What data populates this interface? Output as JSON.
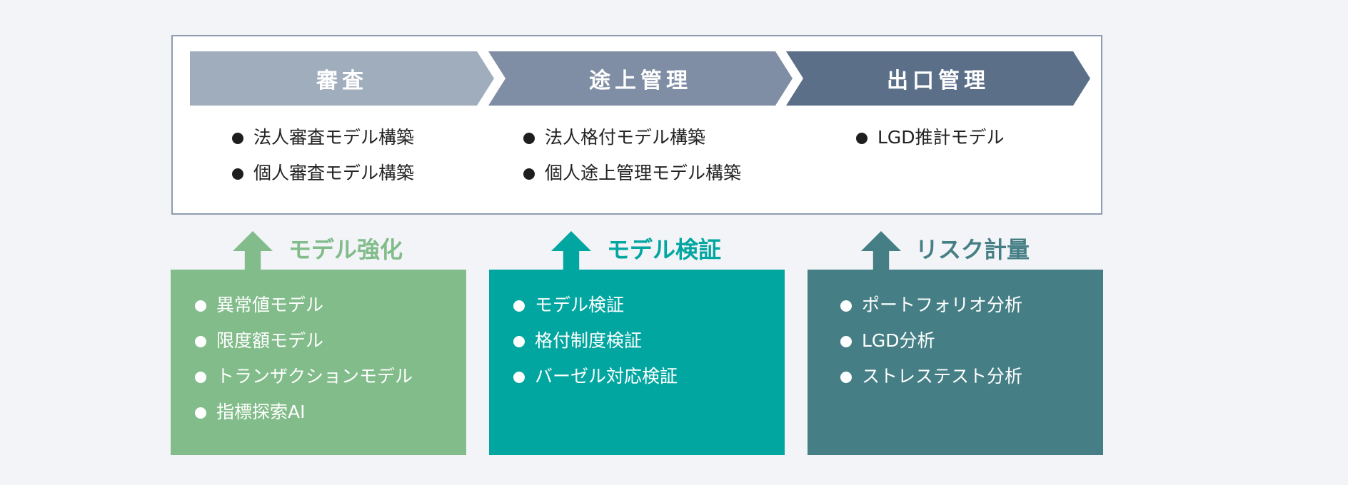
{
  "stages": [
    {
      "label": "審査",
      "items": [
        "法人審査モデル構築",
        "個人審査モデル構築"
      ]
    },
    {
      "label": "途上管理",
      "items": [
        "法人格付モデル構築",
        "個人途上管理モデル構築"
      ]
    },
    {
      "label": "出口管理",
      "items": [
        "LGD推計モデル"
      ]
    }
  ],
  "functions": [
    {
      "title": "モデル強化",
      "color": "#82bc8a",
      "items": [
        "異常値モデル",
        "限度額モデル",
        "トランザクションモデル",
        "指標探索AI"
      ]
    },
    {
      "title": "モデル検証",
      "color": "#02a6a0",
      "items": [
        "モデル検証",
        "格付制度検証",
        "バーゼル対応検証"
      ]
    },
    {
      "title": "リスク計量",
      "color": "#457f85",
      "items": [
        "ポートフォリオ分析",
        "LGD分析",
        "ストレステスト分析"
      ]
    }
  ],
  "colors": {
    "stage_1": "#a0adbd",
    "stage_2": "#7f8ea4",
    "stage_3": "#5b6f89",
    "panel_border": "#8e9bb0",
    "background": "#f2f4f8"
  },
  "icons": [
    "bullet-icon",
    "up-arrow-icon"
  ]
}
